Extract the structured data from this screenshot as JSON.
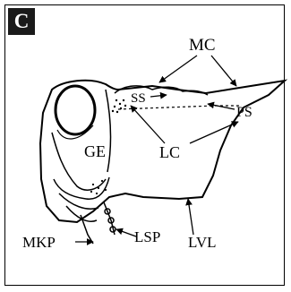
{
  "panel": {
    "letter": "C"
  },
  "labels": {
    "mc": "MC",
    "ss": "SS",
    "ps": "PS",
    "ge": "GE",
    "lc": "LC",
    "mkp": "MKP",
    "lsp": "LSP",
    "lvl": "LVL"
  }
}
